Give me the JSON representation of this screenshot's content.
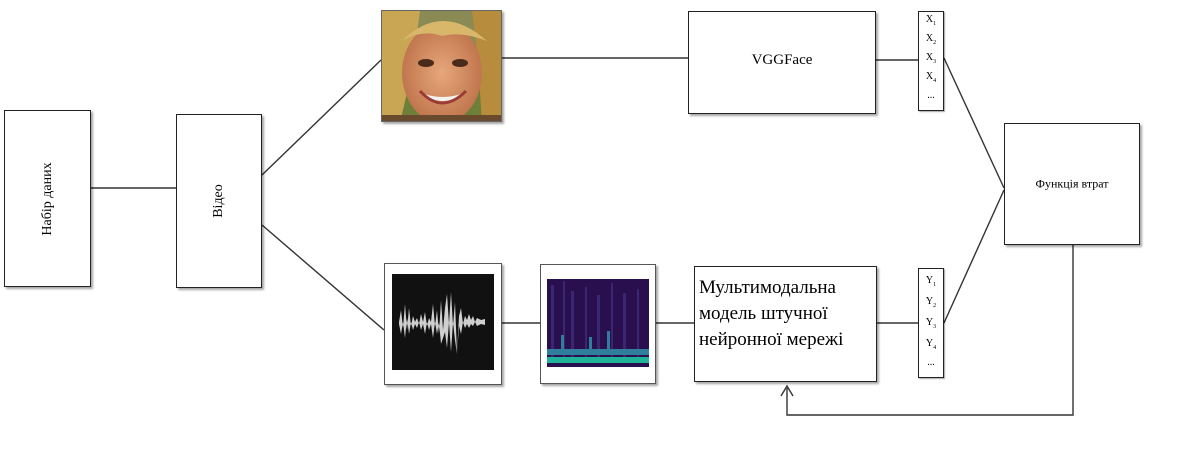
{
  "nodes": {
    "dataset": "Набір даних",
    "video": "Відео",
    "vggface": "VGGFace",
    "multimodal_model": "Мультимодальна\nмодель штучної\nнейронної мережі",
    "loss_function": "Функція втрат"
  },
  "vector_x": {
    "items": [
      {
        "letter": "X",
        "sub": "1"
      },
      {
        "letter": "X",
        "sub": "2"
      },
      {
        "letter": "X",
        "sub": "3"
      },
      {
        "letter": "X",
        "sub": "4"
      },
      {
        "letter": "...",
        "sub": ""
      }
    ]
  },
  "vector_y": {
    "items": [
      {
        "letter": "Y",
        "sub": "1"
      },
      {
        "letter": "Y",
        "sub": "2"
      },
      {
        "letter": "Y",
        "sub": "3"
      },
      {
        "letter": "Y",
        "sub": "4"
      },
      {
        "letter": "...",
        "sub": ""
      }
    ]
  },
  "images": {
    "face": "face-photo",
    "waveform": "audio-waveform",
    "spectrogram": "spectrogram"
  },
  "colors": {
    "waveform_bg": "#111111",
    "waveform_fg": "#cfcfcf",
    "spectrogram_bg": "#2a0f4e",
    "spectrogram_accent": "#1fb39a"
  }
}
